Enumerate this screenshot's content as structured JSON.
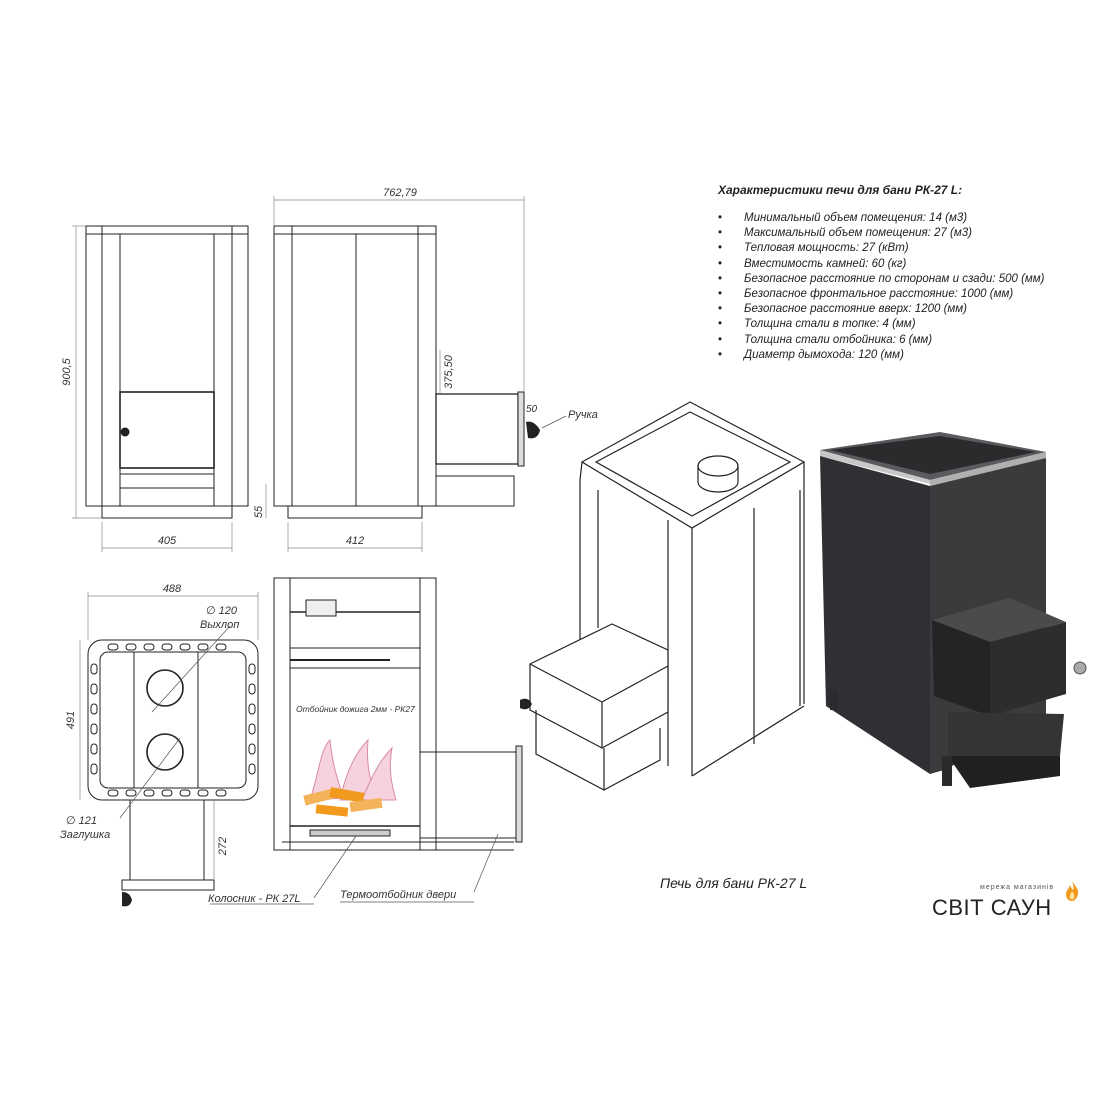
{
  "specs": {
    "title": "Характеристики печи для бани РК-27 L:",
    "items": [
      "Минимальный  объем помещения: 14 (м3)",
      "Максимальный объем помещения: 27 (м3)",
      "Тепловая мощность: 27 (кВт)",
      "Вместимость камней: 60 (кг)",
      "Безопасное расстояние по сторонам и сзади: 500 (мм)",
      "Безопасное фронтальное расстояние: 1000 (мм)",
      "Безопасное расстояние вверх: 1200 (мм)",
      "Толщина стали в топке: 4 (мм)",
      "Толщина стали отбойника: 6 (мм)",
      "Диаметр дымохода: 120 (мм)"
    ]
  },
  "dimensions": {
    "total_width": "762,79",
    "height": "900,5",
    "front_width": "405",
    "side_depth": "412",
    "foot_height": "55",
    "door_height": "375,50",
    "handle": "50",
    "top_width": "488",
    "top_depth": "491",
    "flue_diameter": "∅ 120",
    "plug_diameter": "∅ 121",
    "ash_depth": "272"
  },
  "labels": {
    "handle": "Ручка",
    "exhaust": "Выхлоп",
    "plug": "Заглушка",
    "deflector": "Отбойник дожига 2мм - РК27",
    "grate": "Колосник - РК 27L",
    "door_shield": "Термоотбойник двери"
  },
  "caption": "Печь для бани РК-27 L",
  "brand": {
    "name": "СВІТ САУН",
    "subtitle": "мережа магазинів"
  },
  "colors": {
    "line": "#222222",
    "stove_body": "#3a3b3d",
    "flame_orange": "#f29a1e",
    "flame_pink": "#d98aa6"
  }
}
